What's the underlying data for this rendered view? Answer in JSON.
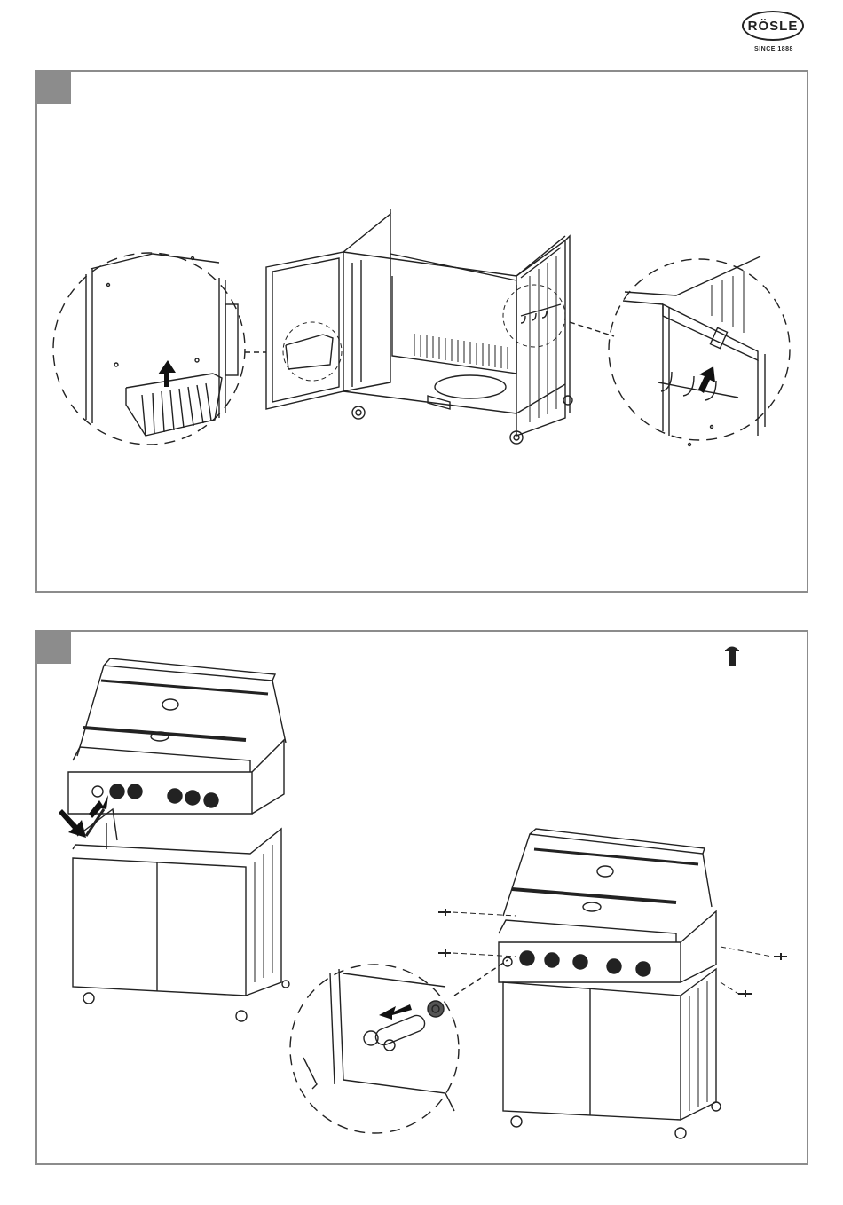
{
  "header": {
    "brand": "RÖSLE",
    "tagline": "SINCE 1888"
  },
  "steps": [
    {
      "id": "step-1",
      "number": ""
    },
    {
      "id": "step-2",
      "number": ""
    }
  ],
  "colors": {
    "panel_border": "#8c8c8c",
    "step_box": "#8c8c8c",
    "line": "#222222",
    "arrow": "#111111"
  },
  "icons": {
    "fastener": "screw-icon",
    "battery": "battery-icon"
  }
}
